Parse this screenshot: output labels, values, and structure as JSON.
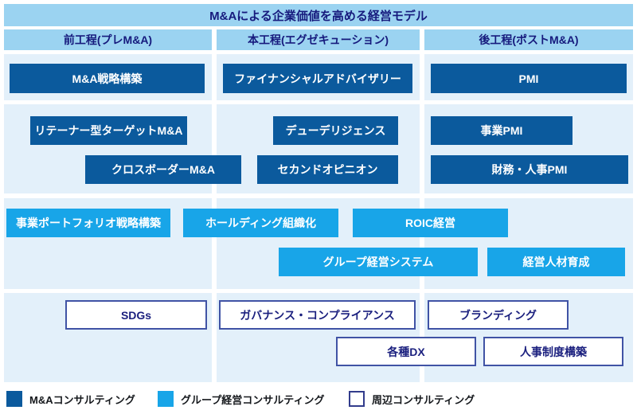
{
  "title": "M&Aによる企業価値を高める経営モデル",
  "columns": [
    {
      "label": "前工程(プレM&A)"
    },
    {
      "label": "本工程(エグゼキューション)"
    },
    {
      "label": "後工程(ポストM&A)"
    }
  ],
  "boxes": {
    "mna_strategy": "M&A戦略構築",
    "financial_advisory": "ファイナンシャルアドバイザリー",
    "pmi": "PMI",
    "retainer_target_mna": "リテーナー型ターゲットM&A",
    "due_diligence": "デューデリジェンス",
    "business_pmi": "事業PMI",
    "cross_border_mna": "クロスボーダーM&A",
    "second_opinion": "セカンドオピニオン",
    "finance_hr_pmi": "財務・人事PMI",
    "portfolio_strategy": "事業ポートフォリオ戦略構築",
    "holding_organization": "ホールディング組織化",
    "roic_management": "ROIC経営",
    "group_management_system": "グループ経営システム",
    "executive_development": "経営人材育成",
    "sdgs": "SDGs",
    "governance_compliance": "ガバナンス・コンプライアンス",
    "branding": "ブランディング",
    "dx": "各種DX",
    "hr_system": "人事制度構築"
  },
  "legend": [
    {
      "label": "M&Aコンサルティング",
      "color": "#0B5A9D"
    },
    {
      "label": "グループ経営コンサルティング",
      "color": "#18A5E8"
    },
    {
      "label": "周辺コンサルティング",
      "color": "#FFFFFF"
    }
  ],
  "colors": {
    "header_bg": "#9BD3F1",
    "panel_bg": "#E3F0FA",
    "mna_consulting": "#0B5A9D",
    "group_consulting": "#18A5E8",
    "heading_text": "#161A7D"
  }
}
